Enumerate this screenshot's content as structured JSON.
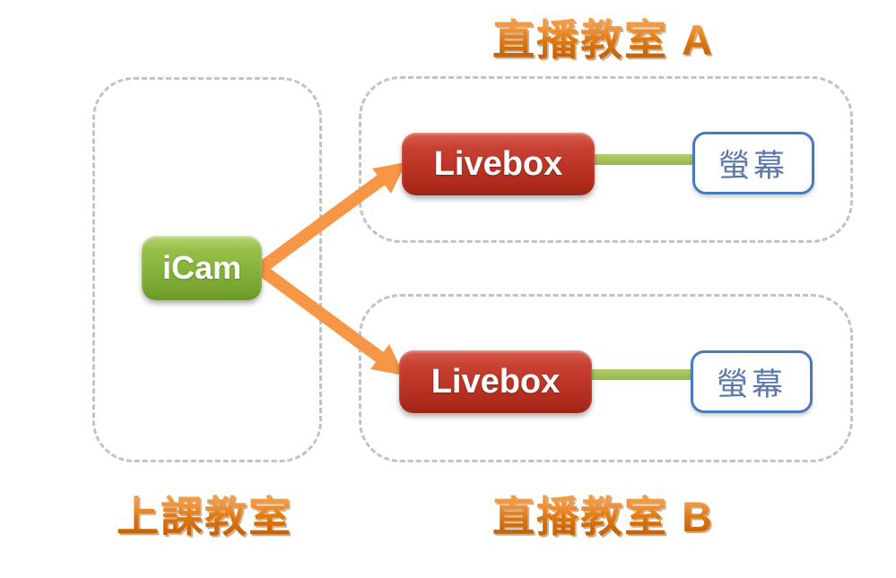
{
  "diagram": {
    "title_room_a": "直播教室 A",
    "title_room_b": "直播教室 B",
    "label_classroom": "上課教室",
    "icam_label": "iCam",
    "livebox_a_label": "Livebox",
    "livebox_b_label": "Livebox",
    "screen_a_label": "螢幕",
    "screen_b_label": "螢幕"
  },
  "colors": {
    "arrow_orange": "#F79646",
    "connector_green": "#A3C45C",
    "icam_green": "#85B23A",
    "livebox_red": "#BC3426",
    "screen_border_blue": "#4A79BD",
    "screen_text_blue": "#5B79AD",
    "dashed_border_gray": "#C3C3C3",
    "title_orange": "#E07B10"
  }
}
